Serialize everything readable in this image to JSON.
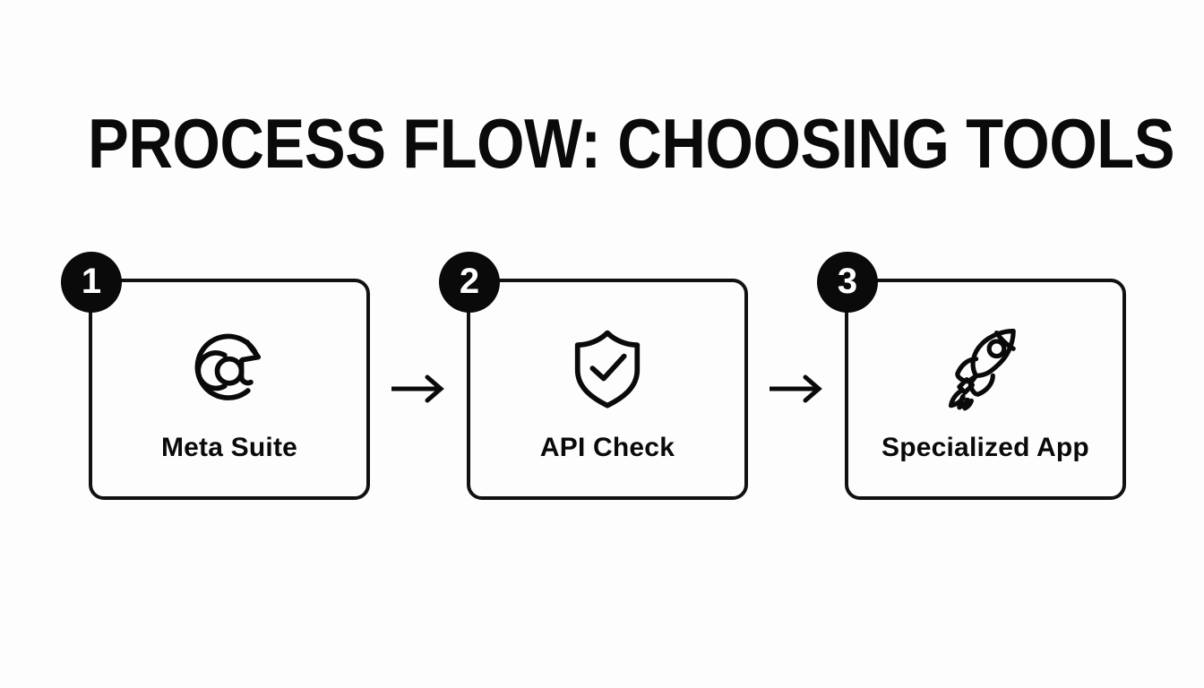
{
  "slide": {
    "title": "PROCESS FLOW: CHOOSING TOOLS",
    "background_color": "#fdfdfd",
    "ink_color": "#0a0a0a"
  },
  "flow": {
    "steps": [
      {
        "number": "1",
        "label": "Meta Suite",
        "icon": "at-refresh-icon"
      },
      {
        "number": "2",
        "label": "API Check",
        "icon": "shield-check-icon"
      },
      {
        "number": "3",
        "label": "Specialized App",
        "icon": "rocket-icon"
      }
    ],
    "connectors": [
      {
        "icon": "arrow-right-icon"
      },
      {
        "icon": "arrow-right-icon"
      }
    ]
  }
}
